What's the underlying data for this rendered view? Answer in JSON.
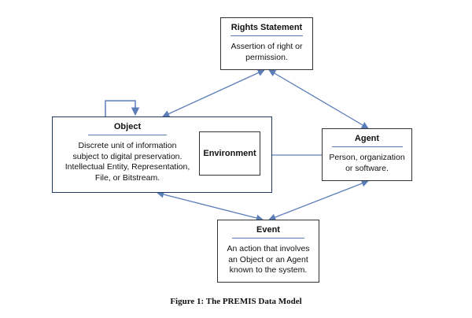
{
  "rights": {
    "title": "Rights Statement",
    "lines": [
      "Assertion of right or",
      "permission."
    ]
  },
  "object": {
    "title": "Object",
    "lines": [
      "Discrete unit of information",
      "subject to digital preservation.",
      "Intellectual Entity, Representation,",
      "File, or Bitstream."
    ]
  },
  "environment": {
    "title": "Environment"
  },
  "agent": {
    "title": "Agent",
    "lines": [
      "Person, organization",
      "or software."
    ]
  },
  "event": {
    "title": "Event",
    "lines": [
      "An action that involves",
      "an Object or an Agent",
      "known to the system."
    ]
  },
  "caption": "Figure 1: The PREMIS Data Model",
  "colors": {
    "arrow": "#5b7db8",
    "object_border": "#1f3a66"
  }
}
